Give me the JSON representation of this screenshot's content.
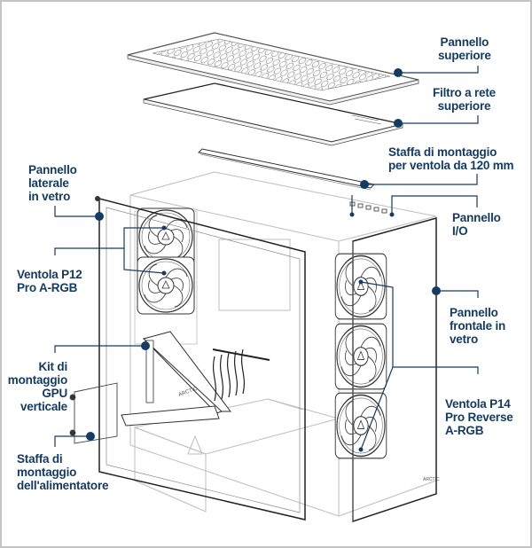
{
  "diagram": {
    "subject": "PC case exploded view",
    "accent_color": "#143b64",
    "line_color": "#2a2a2a",
    "faint_line_color": "#bdbdbd",
    "brand_marks": [
      "ARCTIC",
      "ARCTIC"
    ],
    "labels": {
      "top_panel": "Pannello\nsuperiore",
      "top_mesh_filter": "Filtro a rete\nsuperiore",
      "fan_bracket": "Staffa di montaggio\nper ventola da 120 mm",
      "io_panel": "Pannello\nI/O",
      "side_glass_panel": "Pannello\nlaterale\nin vetro",
      "fan_p12": "Ventola P12\nPro A-RGB",
      "front_glass_panel": "Pannello\nfrontale in\nvetro",
      "gpu_kit": "Kit di\nmontaggio\nGPU\nverticale",
      "fan_p14": "Ventola P14\nPro Reverse\nA-RGB",
      "psu_bracket": "Staffa di\nmontaggio\ndell'alimentatore"
    }
  }
}
